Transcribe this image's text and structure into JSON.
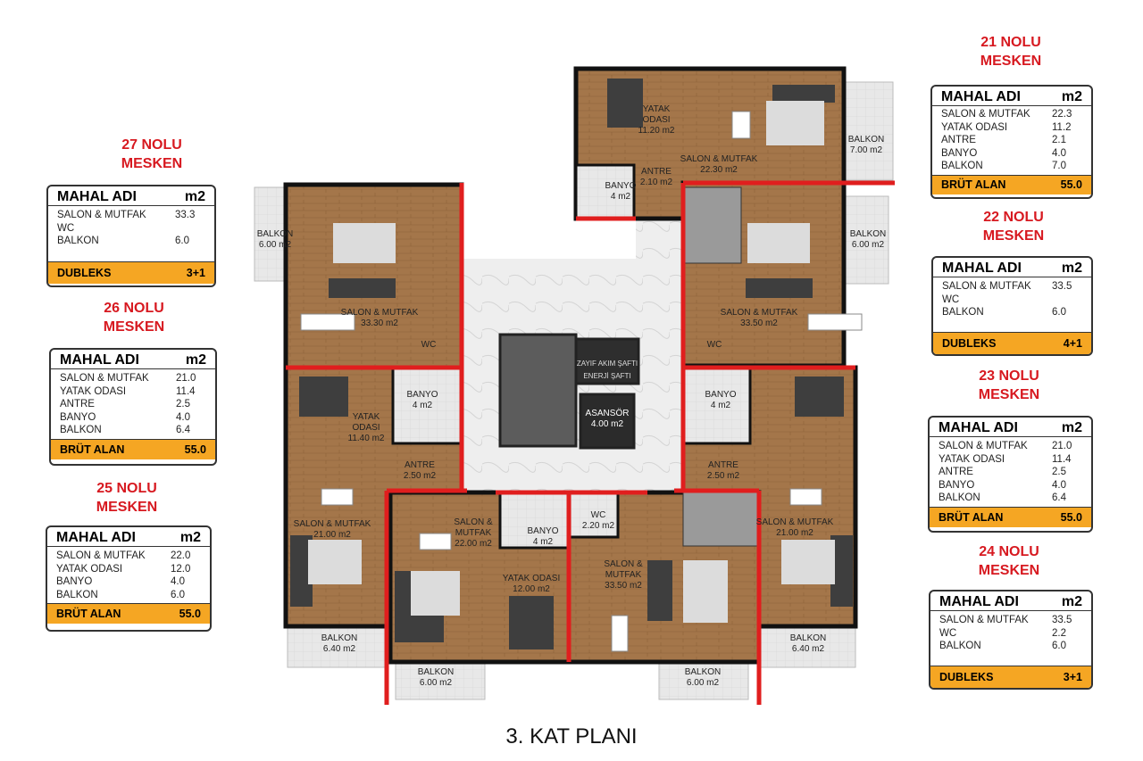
{
  "caption": "3. KAT PLANI",
  "units": [
    {
      "id": "27",
      "title1": "27 NOLU",
      "title2": "MESKEN",
      "hdr_name": "MAHAL ADI",
      "hdr_unit": "m2",
      "rows": [
        [
          "SALON & MUTFAK",
          "33.3"
        ],
        [
          "WC",
          ""
        ],
        [
          "BALKON",
          "6.0"
        ]
      ],
      "foot_label": "DUBLEKS",
      "foot_value": "3+1"
    },
    {
      "id": "26",
      "title1": "26 NOLU",
      "title2": "MESKEN",
      "hdr_name": "MAHAL ADI",
      "hdr_unit": "m2",
      "rows": [
        [
          "SALON & MUTFAK",
          "21.0"
        ],
        [
          "YATAK ODASI",
          "11.4"
        ],
        [
          "ANTRE",
          "2.5"
        ],
        [
          "BANYO",
          "4.0"
        ],
        [
          "BALKON",
          "6.4"
        ]
      ],
      "foot_label": "BRÜT ALAN",
      "foot_value": "55.0"
    },
    {
      "id": "25",
      "title1": "25 NOLU",
      "title2": "MESKEN",
      "hdr_name": "MAHAL ADI",
      "hdr_unit": "m2",
      "rows": [
        [
          "SALON & MUTFAK",
          "22.0"
        ],
        [
          "YATAK ODASI",
          "12.0"
        ],
        [
          "BANYO",
          "4.0"
        ],
        [
          "BALKON",
          "6.0"
        ]
      ],
      "foot_label": "BRÜT ALAN",
      "foot_value": "55.0"
    },
    {
      "id": "21",
      "title1": "21 NOLU",
      "title2": "MESKEN",
      "hdr_name": "MAHAL ADI",
      "hdr_unit": "m2",
      "rows": [
        [
          "SALON & MUTFAK",
          "22.3"
        ],
        [
          "YATAK ODASI",
          "11.2"
        ],
        [
          "ANTRE",
          "2.1"
        ],
        [
          "BANYO",
          "4.0"
        ],
        [
          "BALKON",
          "7.0"
        ]
      ],
      "foot_label": "BRÜT ALAN",
      "foot_value": "55.0"
    },
    {
      "id": "22",
      "title1": "22 NOLU",
      "title2": "MESKEN",
      "hdr_name": "MAHAL ADI",
      "hdr_unit": "m2",
      "rows": [
        [
          "SALON & MUTFAK",
          "33.5"
        ],
        [
          "WC",
          ""
        ],
        [
          "BALKON",
          "6.0"
        ]
      ],
      "foot_label": "DUBLEKS",
      "foot_value": "4+1"
    },
    {
      "id": "23",
      "title1": "23 NOLU",
      "title2": "MESKEN",
      "hdr_name": "MAHAL ADI",
      "hdr_unit": "m2",
      "rows": [
        [
          "SALON & MUTFAK",
          "21.0"
        ],
        [
          "YATAK ODASI",
          "11.4"
        ],
        [
          "ANTRE",
          "2.5"
        ],
        [
          "BANYO",
          "4.0"
        ],
        [
          "BALKON",
          "6.4"
        ]
      ],
      "foot_label": "BRÜT ALAN",
      "foot_value": "55.0"
    },
    {
      "id": "24",
      "title1": "24 NOLU",
      "title2": "MESKEN",
      "hdr_name": "MAHAL ADI",
      "hdr_unit": "m2",
      "rows": [
        [
          "SALON & MUTFAK",
          "33.5"
        ],
        [
          "WC",
          "2.2"
        ],
        [
          "BALKON",
          "6.0"
        ]
      ],
      "foot_label": "DUBLEKS",
      "foot_value": "3+1"
    }
  ],
  "plan_labels": [
    [
      "YATAK",
      "ODASI",
      "11.20 m2"
    ],
    [
      "SALON & MUTFAK",
      "22.30 m2"
    ],
    [
      "ANTRE",
      "2.10 m2"
    ],
    [
      "BANYO",
      "4 m2"
    ],
    [
      "BALKON",
      "7.00 m2"
    ],
    [
      "BALKON",
      "6.00 m2"
    ],
    [
      "SALON & MUTFAK",
      "33.30 m2"
    ],
    [
      "WC"
    ],
    [
      "BANYO",
      "4 m2"
    ],
    [
      "YATAK",
      "ODASI",
      "11.40 m2"
    ],
    [
      "ANTRE",
      "2.50 m2"
    ],
    [
      "SALON & MUTFAK",
      "21.00 m2"
    ],
    [
      "BALKON",
      "6.40 m2"
    ],
    [
      "SALON &",
      "MUTFAK",
      "22.00 m2"
    ],
    [
      "BANYO",
      "4 m2"
    ],
    [
      "YATAK ODASI",
      "12.00 m2"
    ],
    [
      "BALKON",
      "6.00 m2"
    ],
    [
      "WC",
      "2.20 m2"
    ],
    [
      "SALON &",
      "MUTFAK",
      "33.50 m2"
    ],
    [
      "BALKON",
      "6.00 m2"
    ],
    [
      "SALON & MUTFAK",
      "21.00 m2"
    ],
    [
      "BALKON",
      "6.40 m2"
    ],
    [
      "ANTRE",
      "2.50 m2"
    ],
    [
      "BANYO",
      "4 m2"
    ],
    [
      "SALON & MUTFAK",
      "33.50 m2"
    ],
    [
      "WC"
    ],
    [
      "BALKON",
      "6.00 m2"
    ],
    [
      "ZAYIF AKIM ŞAFTI"
    ],
    [
      "ENERJİ ŞAFTI"
    ],
    [
      "ASANSÖR",
      "4.00 m2"
    ]
  ]
}
